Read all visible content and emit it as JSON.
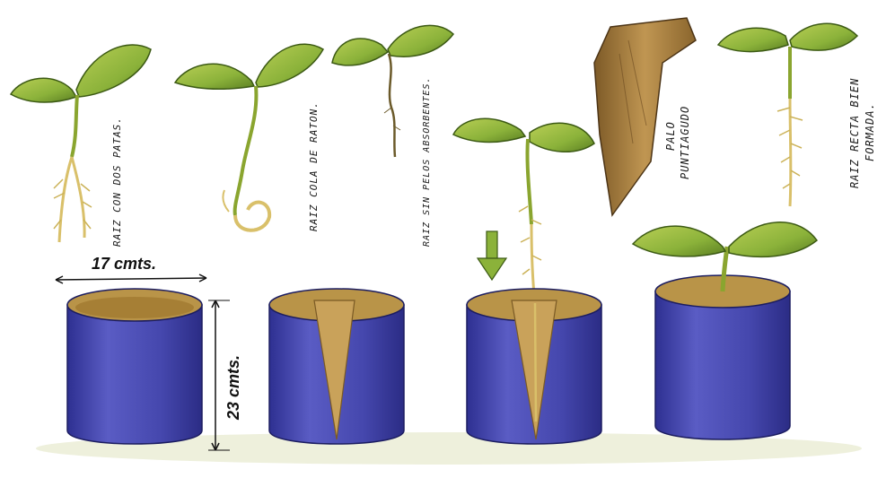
{
  "labels": {
    "roots_with_legs": "RAIZ CON DOS PATAS.",
    "pig_tail": "RAIZ COLA DE RATON.",
    "no_absorbent_hairs": "RAIZ SIN PELOS ABSORBENTES.",
    "sharp_stick_line1": "PALO",
    "sharp_stick_line2": "PUNTIAGUDO",
    "straight_root_line1": "RAIZ RECTA BIEN",
    "straight_root_line2": "FORMADA."
  },
  "measurements": {
    "width": "17 cmts.",
    "height": "23 cmts."
  },
  "colors": {
    "pot": "#4a4bb0",
    "pot_dark": "#2c2d86",
    "soil": "#b99448",
    "leaf": "#8bb23a",
    "leaf_dark": "#4f7a1e",
    "root": "#d9c06a",
    "stick": "#a17a3e"
  }
}
